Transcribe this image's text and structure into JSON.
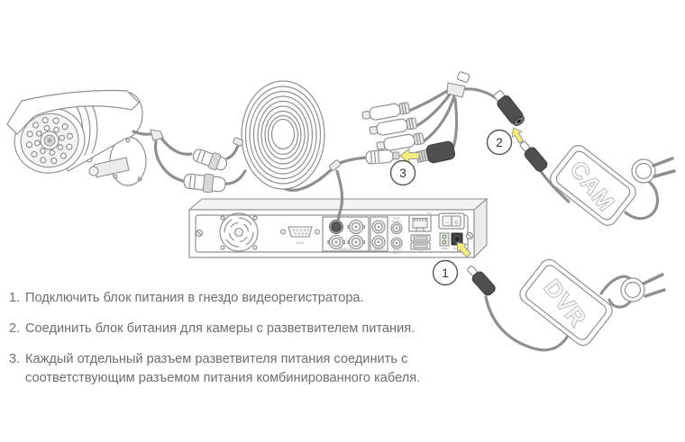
{
  "instructions": {
    "items": [
      {
        "num": "1.",
        "text": "Подключить блок питания в гнездо видеорегистратора."
      },
      {
        "num": "2.",
        "text": "Соединить блок битания для камеры с разветвителем питания."
      },
      {
        "num": "3.",
        "text": "Каждый отдельный разъем разветвителя питания соединить с соответствующим разъемом питания комбинированного кабеля."
      }
    ]
  },
  "callouts": {
    "step1": "1",
    "step2": "2",
    "step3": "3"
  },
  "adapters": {
    "cam": "CAM",
    "dvr": "DVR"
  },
  "dvr": {
    "ports": {
      "vga": "VGA",
      "video_in": "VIDEO IN",
      "video_out": "OUTPUT",
      "audio_output_l1": "AUDIO",
      "audio_output_l2": "OUTPUT",
      "audio_input_l1": "AUDIO",
      "audio_input_l2": "INPUT",
      "lan": "LAN",
      "usb": "USB",
      "rs485": "RS485",
      "dc_in": "DC 12V",
      "switch_on": "–",
      "switch_off": "O"
    }
  },
  "colors": {
    "line": "#8f8f8f",
    "fill_light": "#ececec",
    "dark": "#4f4f4f",
    "highlight_yellow": "#f5ec7e",
    "text": "#6e6e6e"
  }
}
